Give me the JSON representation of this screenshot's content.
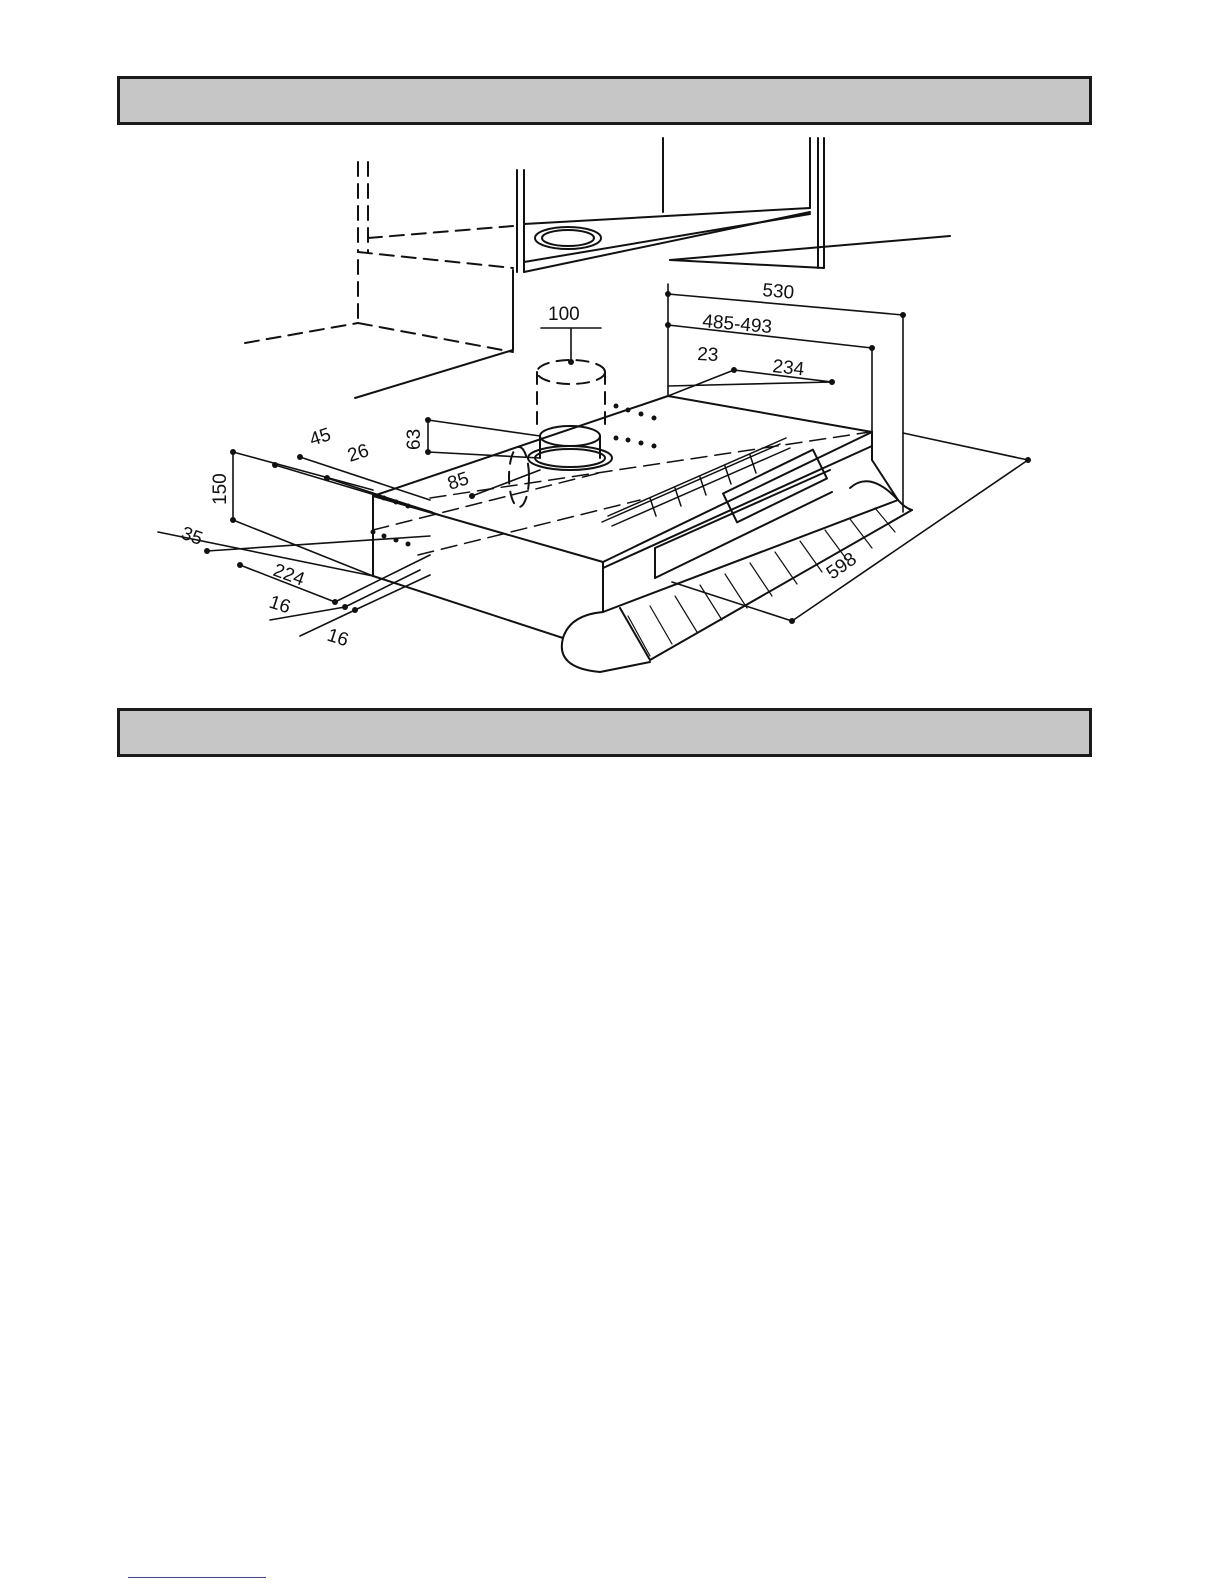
{
  "dimensions": {
    "d530": "530",
    "d485_493": "485-493",
    "d23": "23",
    "d234": "234",
    "d100": "100",
    "d63": "63",
    "d45": "45",
    "d26": "26",
    "d85": "85",
    "d150": "150",
    "d35": "35",
    "d224": "224",
    "d16a": "16",
    "d16b": "16",
    "d598": "598"
  },
  "colors": {
    "header_fill": "#c6c6c6",
    "header_border": "#1a1a1a",
    "line": "#111111"
  }
}
